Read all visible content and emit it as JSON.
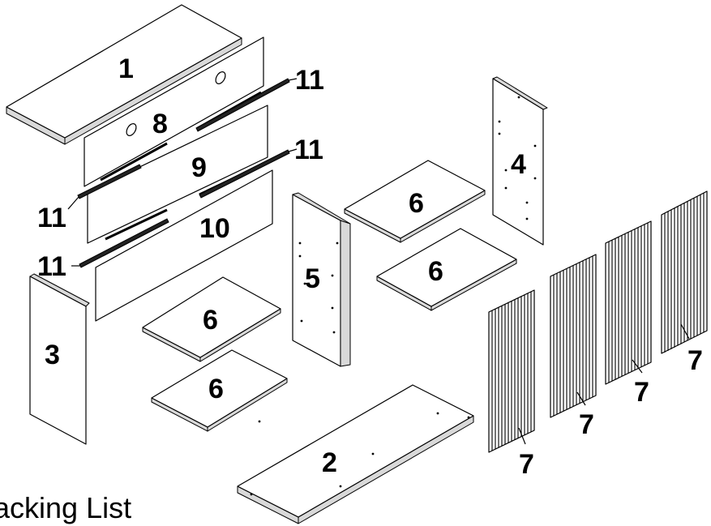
{
  "caption": "acking List",
  "labels": {
    "p1": "1",
    "p2": "2",
    "p3": "3",
    "p4": "4",
    "p5": "5",
    "p6a": "6",
    "p6b": "6",
    "p6c": "6",
    "p6d": "6",
    "p7a": "7",
    "p7b": "7",
    "p7c": "7",
    "p7d": "7",
    "p8": "8",
    "p9": "9",
    "p10": "10",
    "p11a": "11",
    "p11b": "11",
    "p11c": "11",
    "p11d": "11"
  }
}
